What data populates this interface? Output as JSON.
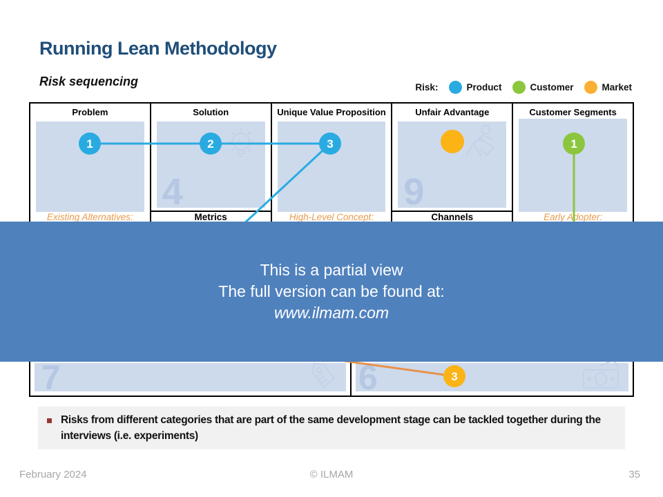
{
  "slide": {
    "title": "Running Lean Methodology",
    "subtitle": "Risk sequencing",
    "footer": {
      "date": "February 2024",
      "copyright": "© ILMAM",
      "page": "35"
    }
  },
  "legend": {
    "label": "Risk:",
    "items": [
      {
        "name": "Product",
        "color": "#29ABE2"
      },
      {
        "name": "Customer",
        "color": "#8CC63E"
      },
      {
        "name": "Market",
        "color": "#FBB034"
      }
    ]
  },
  "canvas": {
    "columns": [
      {
        "header": "Problem",
        "sub": "Existing Alternatives:"
      },
      {
        "header": "Solution",
        "sub": "Metrics",
        "big_number": "4"
      },
      {
        "header": "Unique Value Proposition",
        "sub": "High-Level Concept:"
      },
      {
        "header": "Unfair Advantage",
        "sub": "Channels",
        "big_number": "9"
      },
      {
        "header": "Customer Segments",
        "sub": "Early Adopter:"
      }
    ],
    "bottom_cells": [
      {
        "big_number": "7"
      },
      {
        "big_number": "6"
      }
    ],
    "markers": {
      "product": [
        "1",
        "2",
        "3"
      ],
      "customer": [
        "1"
      ],
      "market_bottom": "3"
    },
    "icons": [
      "lightbulb-icon",
      "superhero-icon",
      "price-tag-icon",
      "banknote-icon"
    ],
    "colors": {
      "fill": "#CDDAEC",
      "ghost_number": "#B5C7E3",
      "product_line": "#29ABE2",
      "customer_line": "#8CC63E",
      "market_line": "#E8924A",
      "market_circle": "#FBB316"
    }
  },
  "overlay": {
    "bg": "#4F81BD",
    "line1": "This is a partial view",
    "line2": "The full version can be found at:",
    "line3": "www.ilmam.com"
  },
  "note": {
    "text": "Risks from different categories that are part of the same development stage can be tackled together during the interviews (i.e. experiments)"
  }
}
